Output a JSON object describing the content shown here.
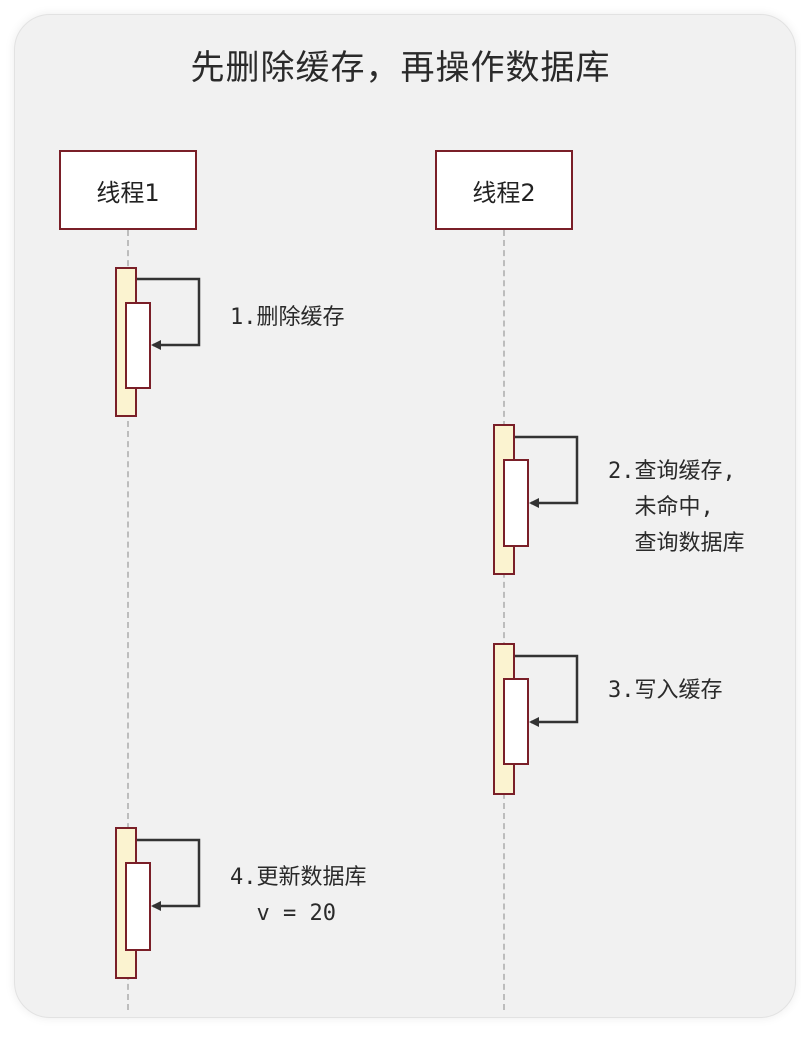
{
  "diagram": {
    "title": "先删除缓存，再操作数据库",
    "actors": [
      {
        "id": "thread1",
        "label": "线程1"
      },
      {
        "id": "thread2",
        "label": "线程2"
      }
    ],
    "steps": [
      {
        "actor": "thread1",
        "lines": [
          "1.删除缓存"
        ]
      },
      {
        "actor": "thread2",
        "lines": [
          "2.查询缓存,",
          "  未命中,",
          "  查询数据库"
        ]
      },
      {
        "actor": "thread2",
        "lines": [
          "3.写入缓存"
        ]
      },
      {
        "actor": "thread1",
        "lines": [
          "4.更新数据库",
          "  v = 20"
        ]
      }
    ]
  }
}
